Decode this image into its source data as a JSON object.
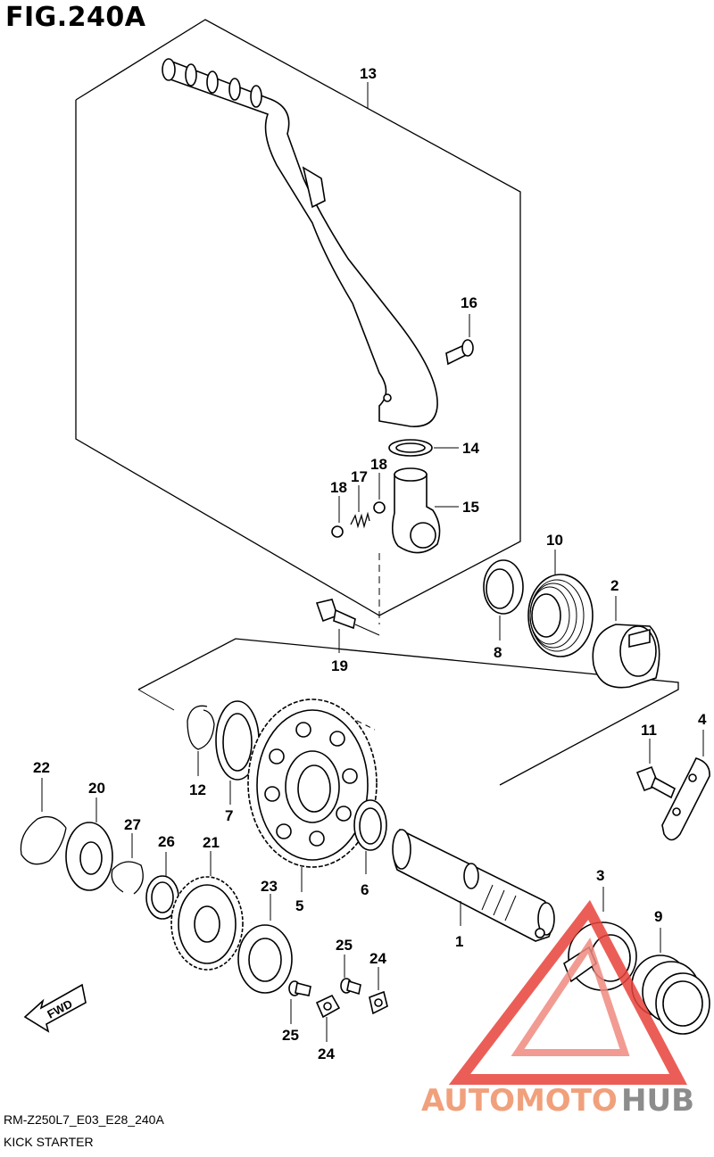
{
  "figure": {
    "title": "FIG.240A"
  },
  "callouts": [
    "1",
    "2",
    "3",
    "4",
    "5",
    "6",
    "7",
    "8",
    "9",
    "10",
    "11",
    "12",
    "13",
    "14",
    "15",
    "16",
    "17",
    "18",
    "18",
    "19",
    "20",
    "21",
    "22",
    "23",
    "24",
    "24",
    "25",
    "25",
    "26",
    "27"
  ],
  "direction_marker": "FWD",
  "footer": {
    "code": "RM-Z250L7_E03_E28_240A",
    "name": "KICK STARTER"
  },
  "watermark": {
    "text_a": "AUTOMOTO",
    "text_b": "HUB",
    "color_a": "#f1a07c",
    "color_b": "#8c8c8c",
    "triangle_color": "#e8433a"
  }
}
